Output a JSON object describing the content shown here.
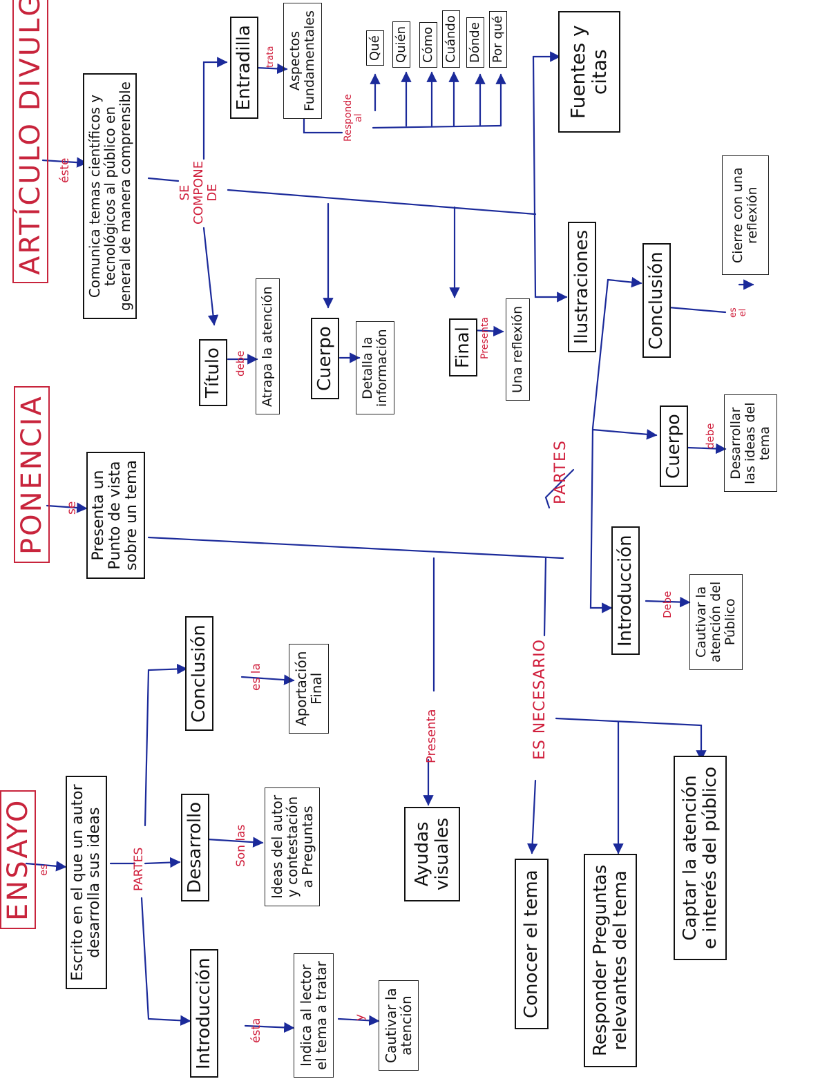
{
  "articulo": {
    "title": "ARTÍCULO DIVULGATORIO",
    "link": "éste",
    "desc": "Comunica temas científicos y\ntecnológicos al público en\ngeneral de manera comprensible",
    "connector": "SE\nCOMPONE\nDE",
    "entradilla": "Entradilla",
    "trata": "trata",
    "aspectos": "Aspectos\nFundamentales",
    "responde": "Responde\nal",
    "questions": [
      "Qué",
      "Quién",
      "Cómo",
      "Cuándo",
      "Dónde",
      "Por qué"
    ],
    "fuentes": "Fuentes y\ncitas",
    "ilustraciones": "Ilustraciones",
    "titulo": "Título",
    "debe": "debe",
    "atrapa": "Atrapa la atención",
    "cuerpo": "Cuerpo",
    "detalla": "Detalla la\ninformación",
    "final": "Final",
    "presenta": "Presenta",
    "reflexion": "Una reflexión"
  },
  "ponencia": {
    "title": "PONENCIA",
    "link": "se",
    "desc": "Presenta un\nPunto de vista\nsobre un tema",
    "partes": "PARTES",
    "conclusion": "Conclusión",
    "es_el": "es\nel",
    "cierre": "Cierre con una\nreflexión",
    "cuerpo": "Cuerpo",
    "debe1": "debe",
    "desarrollar": "Desarrollar\nlas ideas del\ntema",
    "introduccion": "Introducción",
    "debe2": "Debe",
    "cautivar": "Cautivar la\natención del\nPúblico",
    "presenta": "Presenta",
    "ayudas": "Ayudas\nvisuales",
    "es_necesario": "ES NECESARIO",
    "conocer": "Conocer el tema",
    "responder": "Responder Preguntas\nrelevantes del tema",
    "captar": "Captar la atención\ne interés del público"
  },
  "ensayo": {
    "title": "ENSAYO",
    "link": "es",
    "desc": "Escrito en el que un autor\ndesarrolla sus ideas",
    "partes": "PARTES",
    "conclusion": "Conclusión",
    "es_la": "es la",
    "aportacion": "Aportación\nFinal",
    "desarrollo": "Desarrollo",
    "son_las": "Son las",
    "ideas": "Ideas del autor\ny contestación\na Preguntas",
    "introduccion": "Introducción",
    "esta": "ésta",
    "indica": "Indica al lector\nel tema a tratar",
    "y": "y",
    "cautivar": "Cautivar la\natención"
  }
}
